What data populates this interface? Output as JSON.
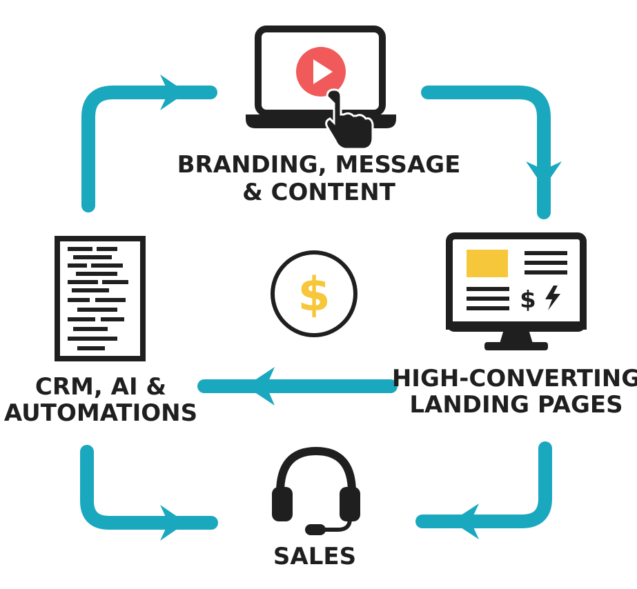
{
  "diagram": {
    "nodes": {
      "branding": {
        "line1": "BRANDING, MESSAGE",
        "line2": "& CONTENT",
        "icon": "laptop-play-icon"
      },
      "landing": {
        "line1": "HIGH-CONVERTING",
        "line2": "LANDING PAGES",
        "icon": "monitor-page-icon"
      },
      "sales": {
        "line1": "SALES",
        "icon": "headset-icon"
      },
      "crm": {
        "line1": "CRM, AI &",
        "line2": "AUTOMATIONS",
        "icon": "document-icon"
      },
      "center": {
        "icon": "dollar-circle-icon",
        "symbol": "$"
      }
    },
    "colors": {
      "arrow": "#1aa8bf",
      "dark": "#1f1f1f",
      "play": "#f05a5a",
      "accent": "#f7c73b"
    }
  }
}
